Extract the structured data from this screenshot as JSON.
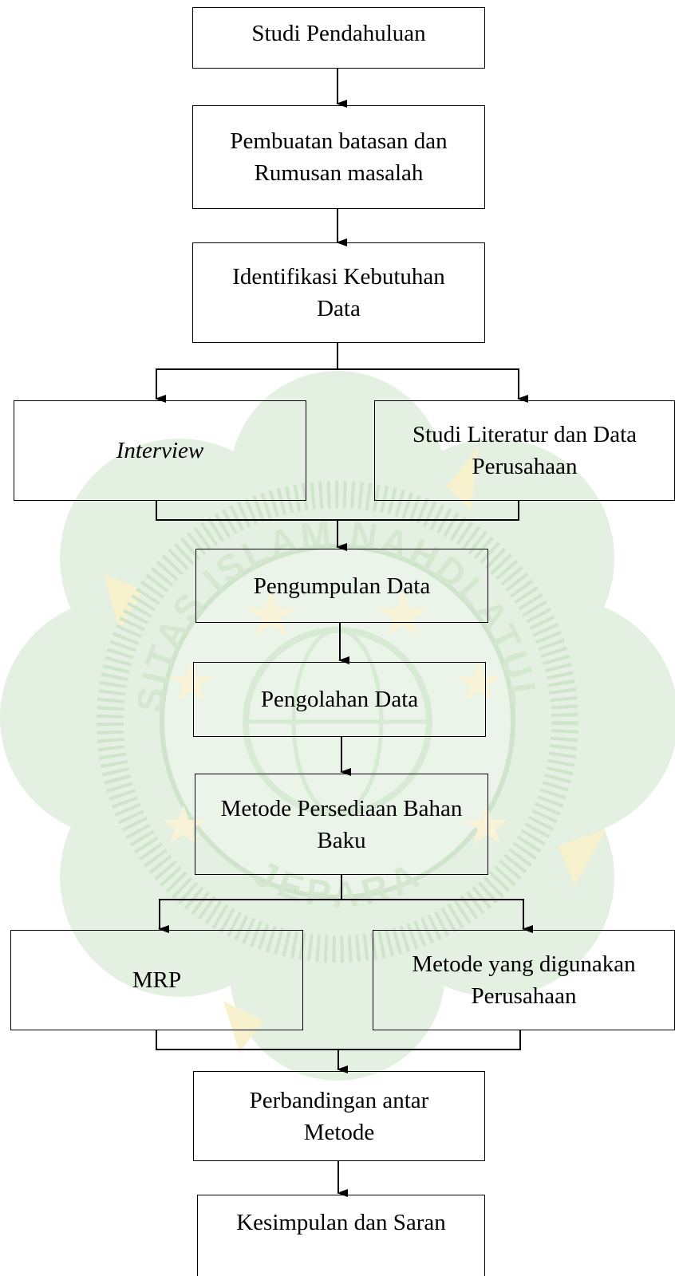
{
  "nodes": {
    "studi_pendahuluan": "Studi Pendahuluan",
    "pembuatan_batasan": "Pembuatan batasan dan\nRumusan masalah",
    "identifikasi_kebutuhan": "Identifikasi Kebutuhan\nData",
    "interview": "Interview",
    "studi_literatur": "Studi Literatur dan Data\nPerusahaan",
    "pengumpulan_data": "Pengumpulan Data",
    "pengolahan_data": "Pengolahan Data",
    "metode_persediaan": "Metode Persediaan Bahan\nBaku",
    "mrp": "MRP",
    "metode_perusahaan": "Metode yang digunakan\nPerusahaan",
    "perbandingan": "Perbandingan antar\nMetode",
    "kesimpulan": "Kesimpulan dan Saran"
  },
  "watermark": {
    "ring_text_top": "UNIVERSITAS ISLAM NAHDLATUL ULAMA",
    "ring_text_bottom": "JEPARA",
    "color": "#8bc08a"
  },
  "colors": {
    "line": "#000000",
    "box_border": "#000000"
  }
}
